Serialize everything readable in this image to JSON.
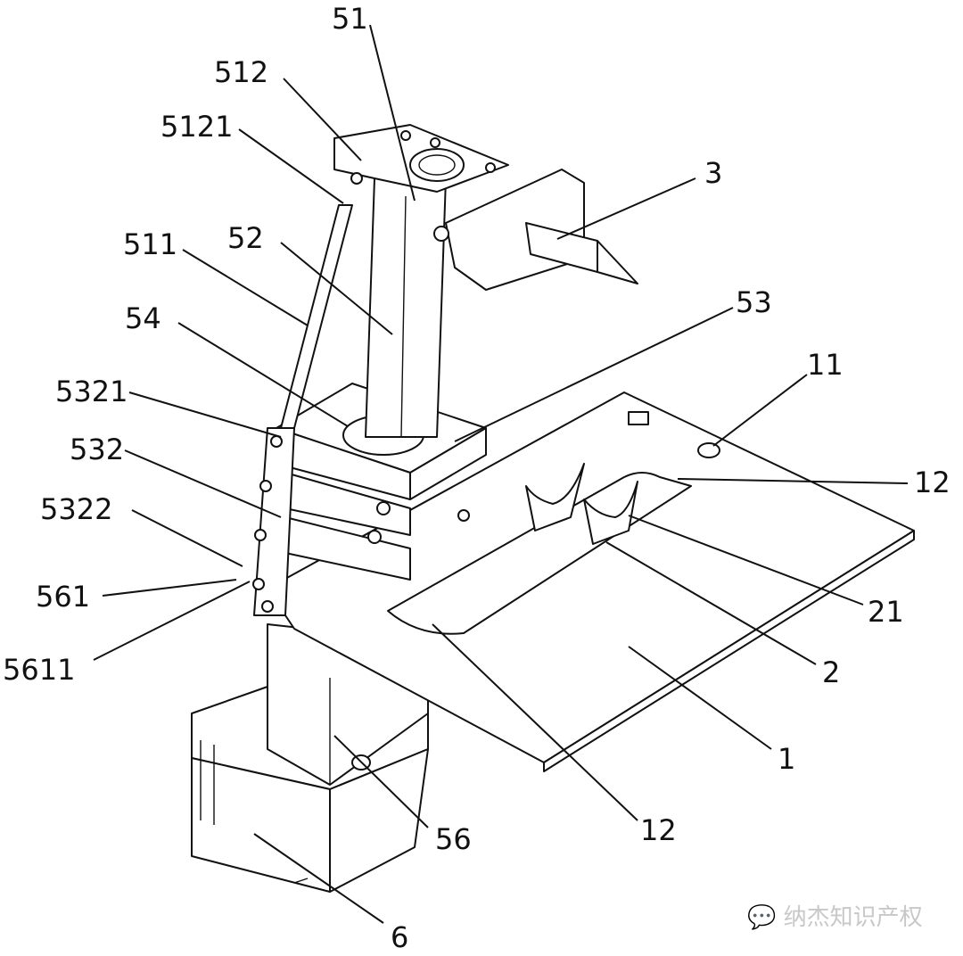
{
  "labels": {
    "l51": "51",
    "l512": "512",
    "l5121": "5121",
    "l511": "511",
    "l52": "52",
    "l54": "54",
    "l5321": "5321",
    "l532": "532",
    "l5322": "5322",
    "l561": "561",
    "l5611": "5611",
    "l53": "53",
    "l11": "11",
    "l12a": "12",
    "l21": "21",
    "l2": "2",
    "l1": "1",
    "l12b": "12",
    "l56": "56",
    "l6": "6",
    "l3": "3"
  },
  "watermark": "纳杰知识产权"
}
